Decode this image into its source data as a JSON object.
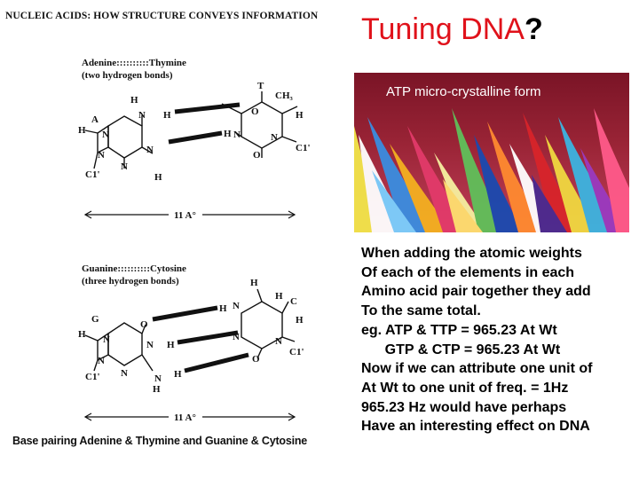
{
  "figure": {
    "header": "NUCLEIC ACIDS: HOW STRUCTURE CONVEYS INFORMATION",
    "pair1": {
      "title": "Adenine::::::::::Thymine",
      "subtitle": "(two hydrogen bonds)",
      "left_base_letter": "A",
      "right_base_letter": "T",
      "methyl": "CH₃",
      "distance": "11 A°"
    },
    "pair2": {
      "title": "Guanine::::::::::Cytosine",
      "subtitle": "(three hydrogen bonds)",
      "left_base_letter": "G",
      "right_base_letter": "C",
      "distance": "11 A°"
    },
    "atoms": {
      "H": "H",
      "N": "N",
      "O": "O",
      "C1": "C1'"
    },
    "caption": "Base pairing Adenine & Thymine and Guanine & Cytosine"
  },
  "slide": {
    "title_main": "Tuning DNA",
    "title_q": "?",
    "title_color": "#e0111a"
  },
  "photo": {
    "caption": "ATP micro-crystalline form"
  },
  "body_lines": [
    "When adding the atomic weights",
    "Of each of the elements in each",
    "Amino acid pair together they add",
    "To the same total.",
    "eg. ATP & TTP = 965.23 At Wt",
    "      GTP & CTP = 965.23 At Wt",
    "Now if we can attribute one unit of",
    "At Wt to one unit of freq. = 1Hz",
    "965.23 Hz would have perhaps",
    "Have an interesting effect on DNA"
  ]
}
